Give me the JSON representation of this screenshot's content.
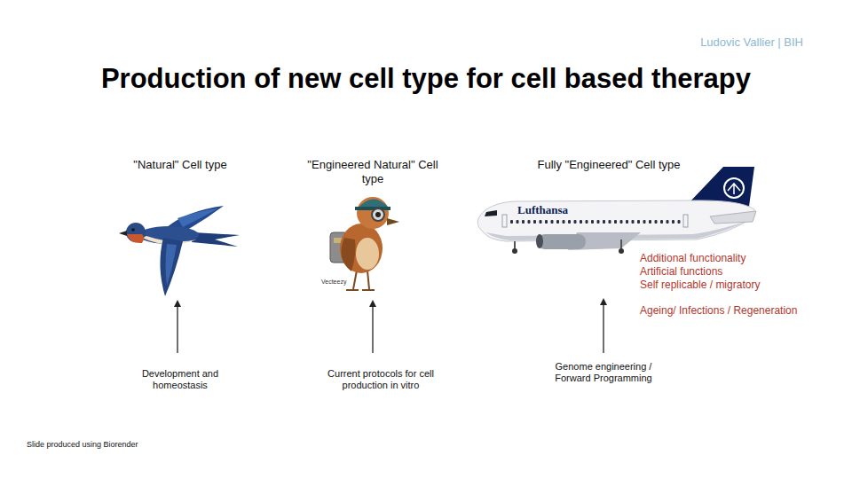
{
  "diagram": {
    "title": "Production of new cell type for cell based therapy",
    "labels": [
      "Ludovic Vallier | BIH",
      "\"Natural\" Cell type",
      "\"Engineered Natural\" Cell type",
      "Fully \"Engineered\" Cell type",
      "Vecteezy",
      "Lufthansa",
      "Additional functionality",
      "Artificial functions",
      "Self replicable / migratory",
      "Ageing/ Infections / Regeneration",
      "Development and homeostasis",
      "Current protocols for cell production in vitro",
      "Genome engineering / Forward Programming",
      "Slide produced using Biorender"
    ]
  }
}
